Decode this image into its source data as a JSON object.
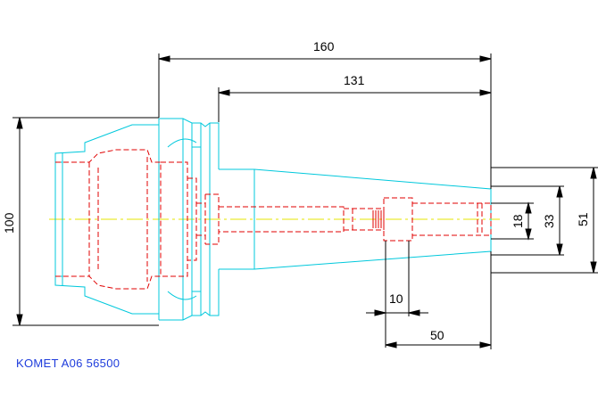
{
  "drawing": {
    "part_label": "KOMET A06 56500",
    "colors": {
      "outline": "#00c8dc",
      "hidden": "#e00000",
      "centerline": "#e6e600",
      "dimension": "#000000",
      "label": "#1e3cdc",
      "background": "#ffffff"
    },
    "dimensions": {
      "overall_length": "160",
      "gauge_length": "131",
      "flange_diameter": "100",
      "nose_diameter": "51",
      "bore_outer": "33",
      "bore_inner": "18",
      "bore_offset": "10",
      "bore_depth": "50"
    }
  }
}
